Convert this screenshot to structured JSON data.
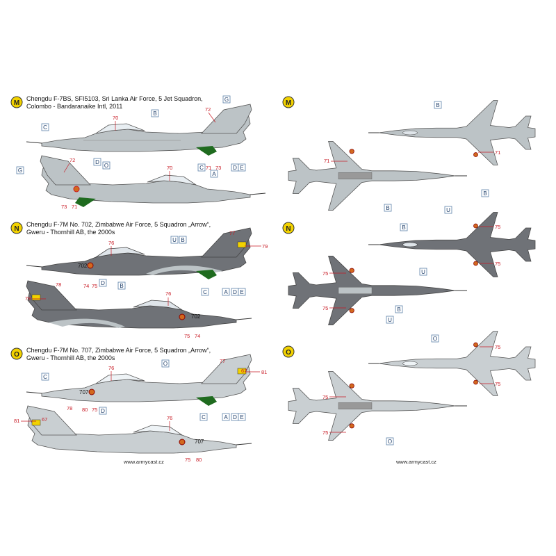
{
  "colors": {
    "badge_fill": "#f2d200",
    "label_border": "#5b7fa8",
    "callout_number": "#c81a24",
    "camo_light": "#bcc3c6",
    "camo_dark": "#6f7277",
    "antiglare_green": "#1f6b1f"
  },
  "profiles": [
    {
      "badge": "M",
      "caption_line1": "Chengdu F-7BS, SFI5103, Sri Lanka Air Force, 5 Jet Squadron,",
      "caption_line2": "Colombo - Bandaranaike Intl, 2011"
    },
    {
      "badge": "N",
      "caption_line1": "Chengdu F-7M No. 702, Zimbabwe Air Force, 5 Squadron „Arrow“,",
      "caption_line2": "Gweru - Thornhill AB, the 2000s",
      "serial": "702"
    },
    {
      "badge": "O",
      "caption_line1": "Chengdu F-7M No. 707, Zimbabwe Air Force, 5 Squadron „Arrow“,",
      "caption_line2": "Gweru - Thornhill AB, the 2000s",
      "serial": "707"
    }
  ],
  "plans": [
    {
      "badge": "M"
    },
    {
      "badge": "N"
    },
    {
      "badge": "O"
    }
  ],
  "labels": {
    "A": "A",
    "B": "B",
    "C": "C",
    "D": "D",
    "E": "E",
    "G": "G",
    "O": "O",
    "U": "U"
  },
  "callouts": {
    "n67": "67",
    "n70": "70",
    "n71": "71",
    "n72": "72",
    "n73": "73",
    "n74": "74",
    "n75": "75",
    "n76": "76",
    "n77": "77",
    "n78": "78",
    "n79": "79",
    "n80": "80",
    "n81": "81"
  },
  "footer": {
    "url_left": "www.armycast.cz",
    "url_right": "www.armycast.cz"
  }
}
